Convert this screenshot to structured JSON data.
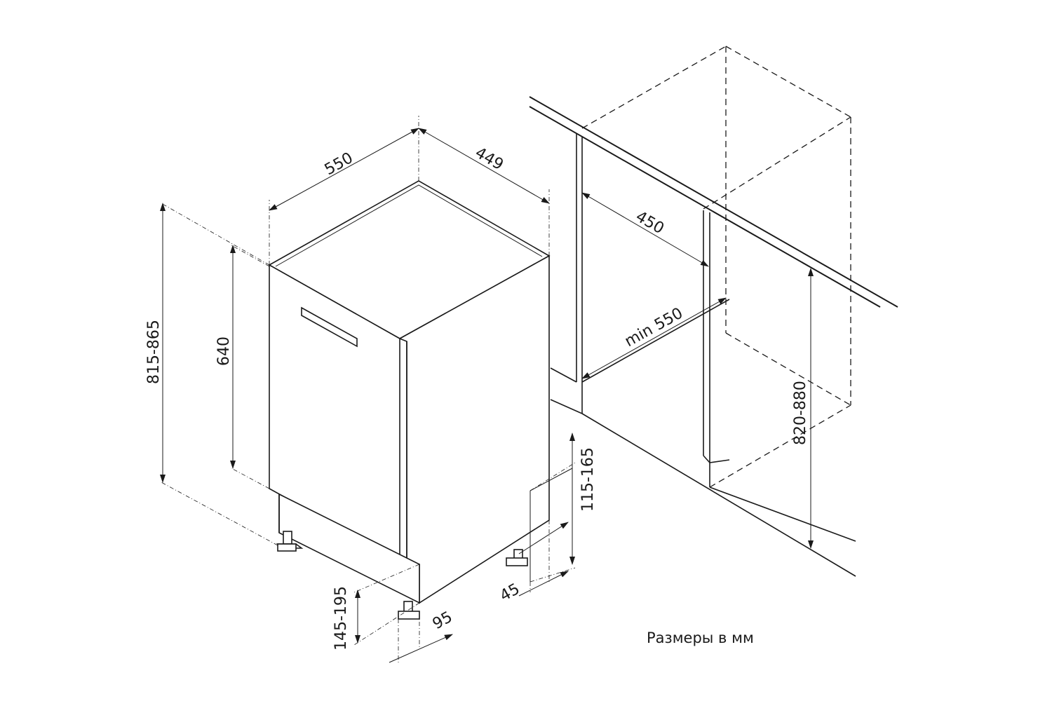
{
  "diagram": {
    "dimensions": {
      "top_width": "550",
      "top_depth": "449",
      "overall_height": "815-865",
      "door_height": "640",
      "plinth_height": "145-195",
      "foot_offset": "95",
      "plinth_setback": "45",
      "side_height": "115-165",
      "niche_width": "450",
      "niche_depth": "min 550",
      "niche_height": "820-880"
    },
    "caption": "Размеры в мм"
  }
}
